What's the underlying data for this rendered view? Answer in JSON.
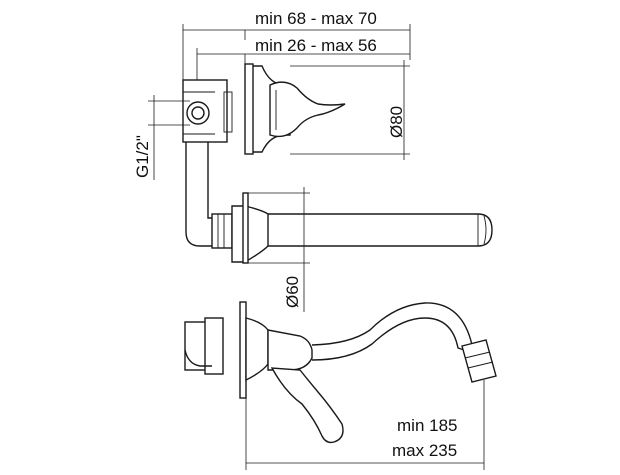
{
  "dimensions": {
    "overall_depth": "min 68 - max 70",
    "flange_depth": "min 26 - max 56",
    "rosette_diameter": "Ø80",
    "connection_thread": "G1/2\"",
    "spout_rosette_diameter": "Ø60",
    "spout_reach_min": "min 185",
    "spout_reach_max": "max 235"
  },
  "colors": {
    "line": "#1a1a1a",
    "background": "#ffffff"
  }
}
